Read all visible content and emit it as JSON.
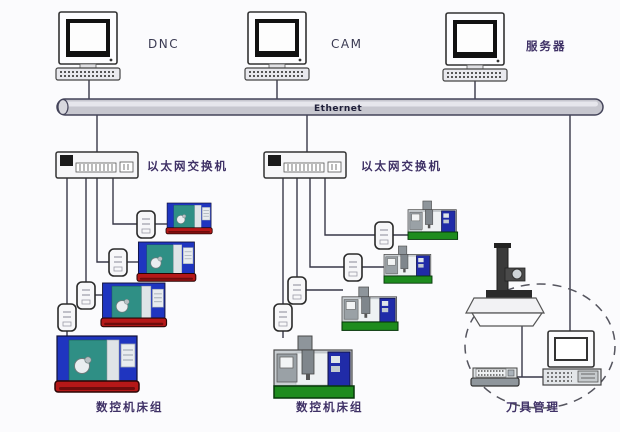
{
  "labels": {
    "dnc": "DNC",
    "cam": "CAM",
    "server": "服务器",
    "bus": "Ethernet",
    "switch_left": "以太网交换机",
    "switch_right": "以太网交换机",
    "machine_group_left": "数控机床组",
    "machine_group_middle": "数控机床组",
    "tool_management": "刀具管理"
  },
  "topology": {
    "workstations": [
      "DNC",
      "CAM",
      "服务器"
    ],
    "switch_count": 2,
    "cnc_machines_left_group": 4,
    "cnc_machines_middle_group": 4,
    "network_adapters_per_group": 4
  },
  "icons": {
    "workstation": "desktop-computer-icon",
    "bus": "ethernet-bus-pipe",
    "switch": "ethernet-switch-icon",
    "adapter": "network-adapter-box-icon",
    "cnc_lathe": "cnc-lathe-machine-icon",
    "machining_center": "machining-center-icon",
    "measuring_machine": "tool-measuring-machine-icon",
    "tool_presetter": "tool-presetter-icon",
    "management_pc": "desktop-pc-icon"
  },
  "colors": {
    "background": "#fbfbfd",
    "cable": "#383848",
    "label_en": "#3a3a52",
    "label_cn": "#3f3166",
    "bus_fill": "#c7c7cf",
    "bus_highlight": "#e6e6ec",
    "machine_blue": "#1f35c0",
    "machine_teal": "#2f8f85",
    "machine_base_red": "#b51818",
    "machine_gray": "#c9ced2",
    "machine_navy": "#202ba8",
    "machine_base_green": "#1e8c1e"
  }
}
